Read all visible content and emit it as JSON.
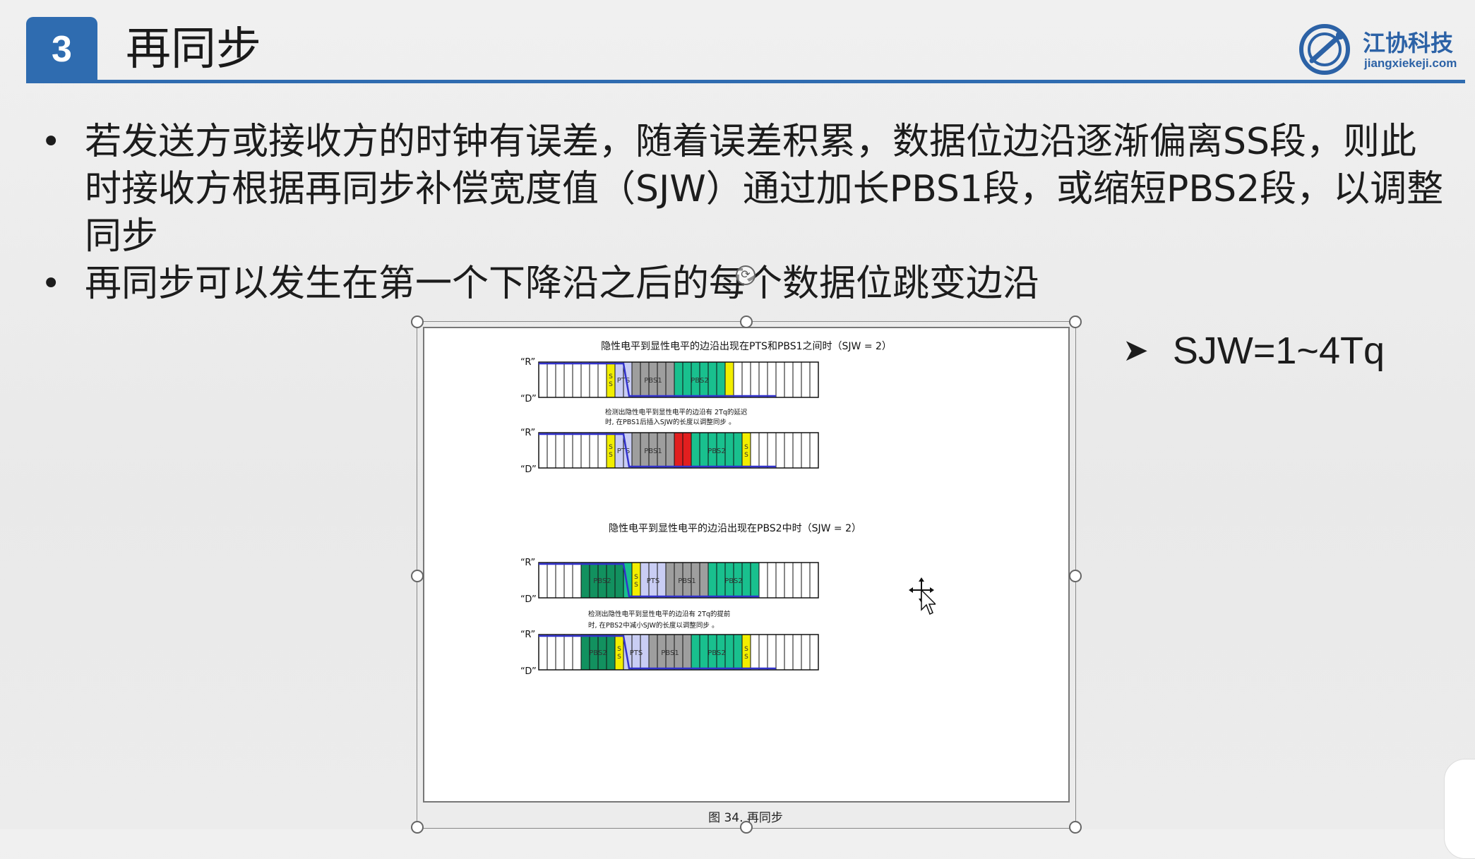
{
  "slide": {
    "number": "3",
    "title": "再同步",
    "logo": {
      "name": "江协科技",
      "url": "jiangxiekeji.com"
    }
  },
  "bullets": [
    {
      "text": "若发送方或接收方的时钟有误差，随着误差积累，数据位边沿逐渐偏离SS段，则此时接收方根据再同步补偿宽度值（SJW）通过加长PBS1段，或缩短PBS2段，以调整同步"
    },
    {
      "text": "再同步可以发生在第一个下降沿之后的每个数据位跳变边沿"
    }
  ],
  "side_note": "SJW=1~4Tq",
  "figure": {
    "caption": "图 34.  再同步",
    "section_titles": [
      "隐性电平到显性电平的边沿出现在PTS和PBS1之间时（SJW = 2）",
      "隐性电平到显性电平的边沿出现在PBS2中时（SJW = 2）"
    ],
    "notes": [
      [
        "检测出隐性电平到显性电平的边沿有  2Tq的延迟",
        "时, 在PBS1后插入SJW的长度以调整同步 。"
      ],
      [
        "检测出隐性电平到显性电平的边沿有  2Tq的提前",
        "时, 在PBS2中减小SJW的长度以调整同步 。"
      ]
    ],
    "level_labels": {
      "recessive": "“R”",
      "dominant": "“D”"
    },
    "segment_labels": {
      "ss": "S S",
      "pts": "PTS",
      "pbs1": "PBS1",
      "pbs2": "PBS2"
    },
    "colors": {
      "ss": "#f2ee00",
      "pts": "#c9cdf4",
      "pbs1": "#9e9e9e",
      "pbs2": "#19c08e",
      "pbs2_dark": "#12915f",
      "sjw": "#e21f1f",
      "signal": "#3333cc",
      "slide_accent": "#2f6cb0"
    },
    "rows": [
      {
        "segments": [
          "w",
          "w",
          "w",
          "w",
          "w",
          "w",
          "w",
          "w",
          "ss",
          "pts",
          "pts",
          "pbs1",
          "pbs1",
          "pbs1",
          "pbs1",
          "pbs1",
          "pbs2",
          "pbs2",
          "pbs2",
          "pbs2",
          "pbs2",
          "pbs2",
          "ss",
          "w",
          "w",
          "w",
          "w",
          "w",
          "w",
          "w",
          "w",
          "w",
          "w"
        ],
        "labels": [
          {
            "at": 9,
            "span": 2,
            "key": "pts"
          },
          {
            "at": 11,
            "span": 5,
            "key": "pbs1"
          },
          {
            "at": 16,
            "span": 6,
            "key": "pbs2"
          }
        ],
        "ss_label_at": 8,
        "recessive_until": 10,
        "dominant_until": 28
      },
      {
        "segments": [
          "w",
          "w",
          "w",
          "w",
          "w",
          "w",
          "w",
          "w",
          "ss",
          "pts",
          "pts",
          "pbs1",
          "pbs1",
          "pbs1",
          "pbs1",
          "pbs1",
          "sjw",
          "sjw",
          "pbs2",
          "pbs2",
          "pbs2",
          "pbs2",
          "pbs2",
          "pbs2",
          "ss",
          "w",
          "w",
          "w",
          "w",
          "w",
          "w",
          "w",
          "w"
        ],
        "labels": [
          {
            "at": 9,
            "span": 2,
            "key": "pts"
          },
          {
            "at": 11,
            "span": 5,
            "key": "pbs1"
          },
          {
            "at": 18,
            "span": 6,
            "key": "pbs2"
          }
        ],
        "ss_label_at": 8,
        "ss_label_at2": 24,
        "recessive_until": 10,
        "dominant_until": 28
      },
      {
        "segments": [
          "w",
          "w",
          "w",
          "w",
          "w",
          "pbs2_dark",
          "pbs2_dark",
          "pbs2_dark",
          "pbs2_dark",
          "pbs2_dark",
          "pbs2",
          "ss",
          "pts",
          "pts",
          "pts",
          "pbs1",
          "pbs1",
          "pbs1",
          "pbs1",
          "pbs1",
          "pbs2",
          "pbs2",
          "pbs2",
          "pbs2",
          "pbs2",
          "pbs2",
          "w",
          "w",
          "w",
          "w",
          "w",
          "w",
          "w"
        ],
        "labels": [
          {
            "at": 5,
            "span": 5,
            "key": "pbs2"
          },
          {
            "at": 12,
            "span": 3,
            "key": "pts"
          },
          {
            "at": 15,
            "span": 5,
            "key": "pbs1"
          },
          {
            "at": 20,
            "span": 6,
            "key": "pbs2"
          }
        ],
        "ss_label_at": 11,
        "recessive_until": 10,
        "dominant_until": 26
      },
      {
        "segments": [
          "w",
          "w",
          "w",
          "w",
          "w",
          "pbs2_dark",
          "pbs2_dark",
          "pbs2_dark",
          "pbs2_dark",
          "ss",
          "pts",
          "pts",
          "pts",
          "pbs1",
          "pbs1",
          "pbs1",
          "pbs1",
          "pbs1",
          "pbs2",
          "pbs2",
          "pbs2",
          "pbs2",
          "pbs2",
          "pbs2",
          "ss",
          "w",
          "w",
          "w",
          "w",
          "w",
          "w",
          "w",
          "w"
        ],
        "labels": [
          {
            "at": 5,
            "span": 4,
            "key": "pbs2"
          },
          {
            "at": 10,
            "span": 3,
            "key": "pts"
          },
          {
            "at": 13,
            "span": 5,
            "key": "pbs1"
          },
          {
            "at": 18,
            "span": 6,
            "key": "pbs2"
          }
        ],
        "ss_label_at": 9,
        "ss_label_at2": 24,
        "recessive_until": 10,
        "dominant_until": 28
      }
    ]
  }
}
